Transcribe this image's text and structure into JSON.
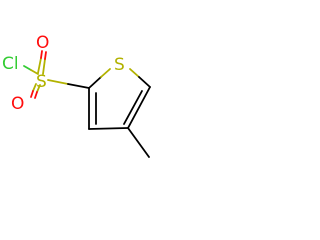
{
  "molecule": {
    "atoms": {
      "cl": {
        "label": "Cl",
        "color": "#33cc33"
      },
      "o_top": {
        "label": "O",
        "color": "#ff0d0d"
      },
      "s_sulfonyl": {
        "label": "S",
        "color": "#b2b200"
      },
      "o_bottom": {
        "label": "O",
        "color": "#ff0d0d"
      },
      "s_ring": {
        "label": "S",
        "color": "#b2b200"
      }
    },
    "bond_color": "#000000"
  }
}
